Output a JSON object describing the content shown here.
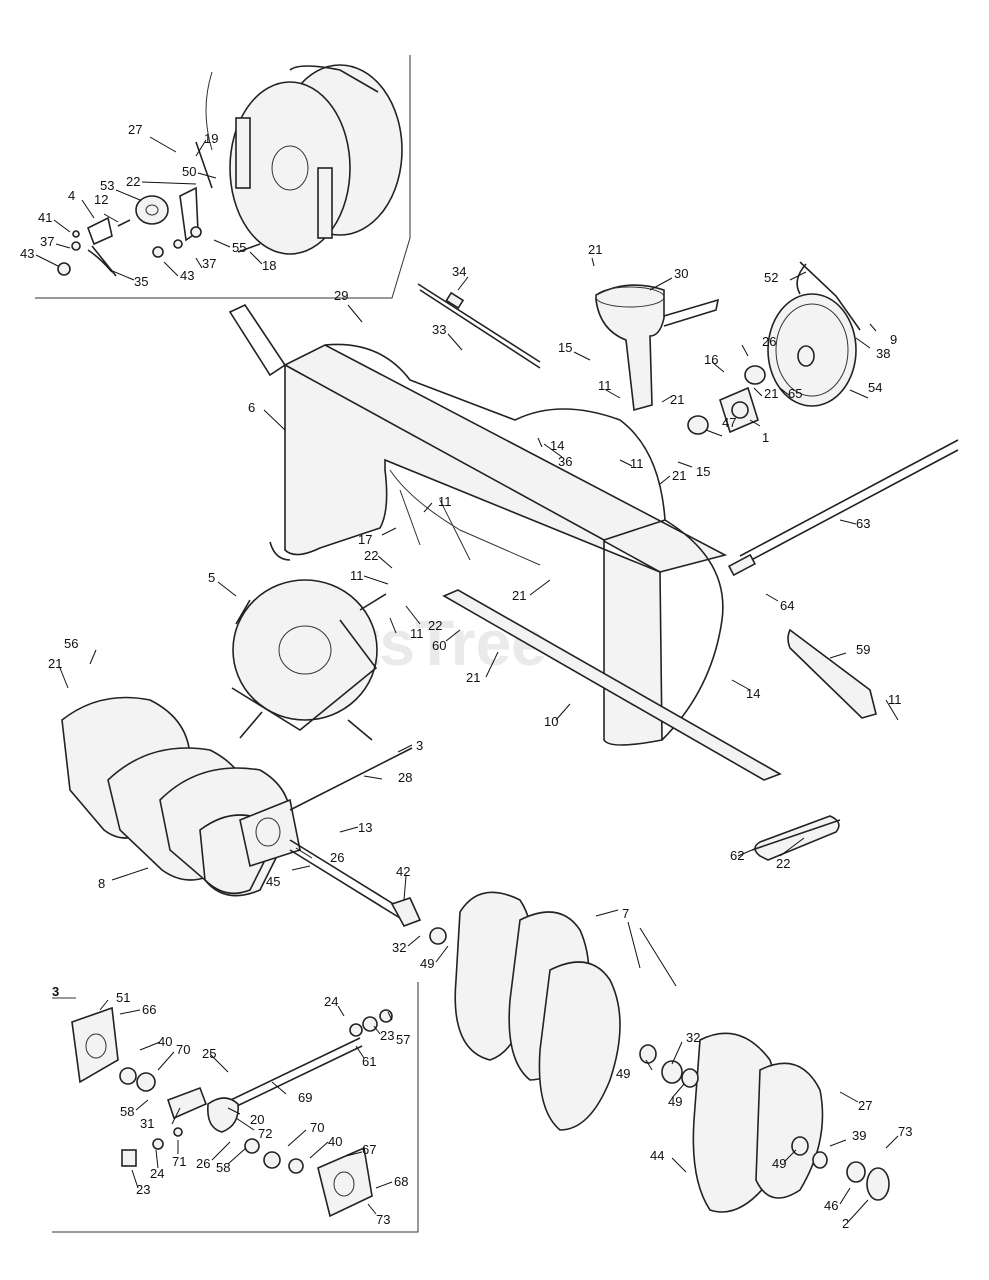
{
  "watermark": "PartsTree",
  "inset_label": "3",
  "callouts": [
    {
      "id": "c27a",
      "text": "27"
    },
    {
      "id": "c19",
      "text": "19"
    },
    {
      "id": "c50",
      "text": "50"
    },
    {
      "id": "c22a",
      "text": "22"
    },
    {
      "id": "c53",
      "text": "53"
    },
    {
      "id": "c4",
      "text": "4"
    },
    {
      "id": "c12",
      "text": "12"
    },
    {
      "id": "c41",
      "text": "41"
    },
    {
      "id": "c37a",
      "text": "37"
    },
    {
      "id": "c43a",
      "text": "43"
    },
    {
      "id": "c35",
      "text": "35"
    },
    {
      "id": "c55",
      "text": "55"
    },
    {
      "id": "c37b",
      "text": "37"
    },
    {
      "id": "c43b",
      "text": "43"
    },
    {
      "id": "c18",
      "text": "18"
    },
    {
      "id": "c21a",
      "text": "21"
    },
    {
      "id": "c34",
      "text": "34"
    },
    {
      "id": "c30",
      "text": "30"
    },
    {
      "id": "c29",
      "text": "29"
    },
    {
      "id": "c33",
      "text": "33"
    },
    {
      "id": "c15a",
      "text": "15"
    },
    {
      "id": "c52",
      "text": "52"
    },
    {
      "id": "c9",
      "text": "9"
    },
    {
      "id": "c38",
      "text": "38"
    },
    {
      "id": "c26a",
      "text": "26"
    },
    {
      "id": "c16",
      "text": "16"
    },
    {
      "id": "c11a",
      "text": "11"
    },
    {
      "id": "c21b",
      "text": "21"
    },
    {
      "id": "c21c",
      "text": "21"
    },
    {
      "id": "c65",
      "text": "65"
    },
    {
      "id": "c54",
      "text": "54"
    },
    {
      "id": "c6",
      "text": "6"
    },
    {
      "id": "c14a",
      "text": "14"
    },
    {
      "id": "c47",
      "text": "47"
    },
    {
      "id": "c1",
      "text": "1"
    },
    {
      "id": "c36",
      "text": "36"
    },
    {
      "id": "c11b",
      "text": "11"
    },
    {
      "id": "c15b",
      "text": "15"
    },
    {
      "id": "c21d",
      "text": "21"
    },
    {
      "id": "c11c",
      "text": "11"
    },
    {
      "id": "c17",
      "text": "17"
    },
    {
      "id": "c63",
      "text": "63"
    },
    {
      "id": "c22b",
      "text": "22"
    },
    {
      "id": "c11d",
      "text": "11"
    },
    {
      "id": "c5",
      "text": "5"
    },
    {
      "id": "c21e",
      "text": "21"
    },
    {
      "id": "c64",
      "text": "64"
    },
    {
      "id": "c11e",
      "text": "11"
    },
    {
      "id": "c22c",
      "text": "22"
    },
    {
      "id": "c56",
      "text": "56"
    },
    {
      "id": "c60",
      "text": "60"
    },
    {
      "id": "c21f",
      "text": "21"
    },
    {
      "id": "c21g",
      "text": "21"
    },
    {
      "id": "c59",
      "text": "59"
    },
    {
      "id": "c14b",
      "text": "14"
    },
    {
      "id": "c10",
      "text": "10"
    },
    {
      "id": "c11f",
      "text": "11"
    },
    {
      "id": "c3",
      "text": "3"
    },
    {
      "id": "c28",
      "text": "28"
    },
    {
      "id": "c13",
      "text": "13"
    },
    {
      "id": "c26b",
      "text": "26"
    },
    {
      "id": "c62",
      "text": "62"
    },
    {
      "id": "c22d",
      "text": "22"
    },
    {
      "id": "c8",
      "text": "8"
    },
    {
      "id": "c45",
      "text": "45"
    },
    {
      "id": "c42",
      "text": "42"
    },
    {
      "id": "c7",
      "text": "7"
    },
    {
      "id": "c32a",
      "text": "32"
    },
    {
      "id": "c49a",
      "text": "49"
    },
    {
      "id": "c51",
      "text": "51"
    },
    {
      "id": "c66",
      "text": "66"
    },
    {
      "id": "c24a",
      "text": "24"
    },
    {
      "id": "c23a",
      "text": "23"
    },
    {
      "id": "c57",
      "text": "57"
    },
    {
      "id": "c61",
      "text": "61"
    },
    {
      "id": "c40a",
      "text": "40"
    },
    {
      "id": "c70a",
      "text": "70"
    },
    {
      "id": "c25",
      "text": "25"
    },
    {
      "id": "c69",
      "text": "69"
    },
    {
      "id": "c58a",
      "text": "58"
    },
    {
      "id": "c31",
      "text": "31"
    },
    {
      "id": "c20",
      "text": "20"
    },
    {
      "id": "c72",
      "text": "72"
    },
    {
      "id": "c71",
      "text": "71"
    },
    {
      "id": "c26c",
      "text": "26"
    },
    {
      "id": "c58b",
      "text": "58"
    },
    {
      "id": "c70b",
      "text": "70"
    },
    {
      "id": "c40b",
      "text": "40"
    },
    {
      "id": "c67",
      "text": "67"
    },
    {
      "id": "c24b",
      "text": "24"
    },
    {
      "id": "c23b",
      "text": "23"
    },
    {
      "id": "c68",
      "text": "68"
    },
    {
      "id": "c73a",
      "text": "73"
    },
    {
      "id": "c32b",
      "text": "32"
    },
    {
      "id": "c49b",
      "text": "49"
    },
    {
      "id": "c49c",
      "text": "49"
    },
    {
      "id": "c27b",
      "text": "27"
    },
    {
      "id": "c39",
      "text": "39"
    },
    {
      "id": "c73b",
      "text": "73"
    },
    {
      "id": "c44",
      "text": "44"
    },
    {
      "id": "c49d",
      "text": "49"
    },
    {
      "id": "c46",
      "text": "46"
    },
    {
      "id": "c2",
      "text": "2"
    }
  ]
}
